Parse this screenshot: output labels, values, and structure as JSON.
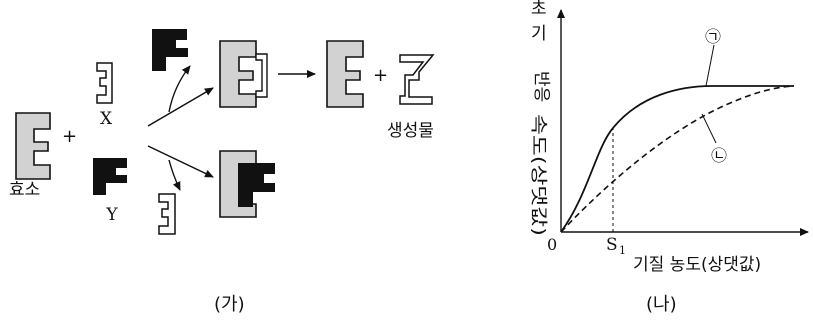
{
  "panel_a": {
    "caption": "(가)",
    "enzyme_label": "효소",
    "plus": "+",
    "substrate_x": "X",
    "inhibitor_y": "Y",
    "product_label": "생성물"
  },
  "panel_b": {
    "caption": "(나)",
    "y_axis_label": [
      "초",
      "기",
      "반응",
      "속도(상댓값)"
    ],
    "x_axis_label": "기질 농도(상댓값)",
    "origin": "0",
    "s1_label": "S",
    "s1_sub": "1",
    "curve_1_marker": "㉠",
    "curve_2_marker": "㉡"
  },
  "colors": {
    "enzyme_fill": "#d2d2d2",
    "inhibitor_fill": "#111111",
    "line": "#111111"
  }
}
